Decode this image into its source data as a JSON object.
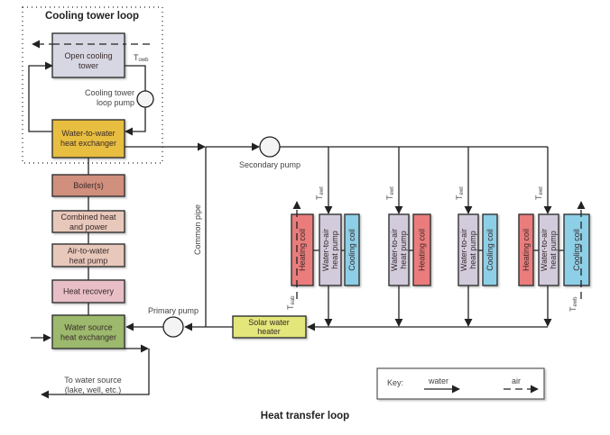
{
  "cooling_tower_loop": {
    "title": "Cooling tower loop",
    "cooling_tower": "Open cooling|tower",
    "towb_label": "T",
    "towb_sub": "owb",
    "pump_label": "Cooling tower|loop pump",
    "hx_label": "Water-to-water|heat exchanger"
  },
  "sources": [
    {
      "label": "Boiler(s)",
      "color": "#d18f7d"
    },
    {
      "label": "Combined heat|and power",
      "color": "#e8c8bb"
    },
    {
      "label": "Air-to-water|heat pump",
      "color": "#e8c8bb"
    },
    {
      "label": "Heat recovery",
      "color": "#e8bfc7"
    },
    {
      "label": "Water source|heat exchanger",
      "color": "#9cb96d"
    }
  ],
  "water_source_label": "To water source|(lake, well, etc.)",
  "secondary_pump_label": "Secondary pump",
  "primary_pump_label": "Primary pump",
  "common_pipe_label": "Common pipe",
  "solar_heater_label": "Solar water|heater",
  "units": [
    {
      "components": [
        "Heating coil",
        "Water-to-air heat pump",
        "Cooling coil"
      ]
    },
    {
      "components": [
        "Water-to-air heat pump",
        "Heating coil"
      ]
    },
    {
      "components": [
        "Water-to-air heat pump",
        "Cooling coil"
      ]
    },
    {
      "components": [
        "Heating coil",
        "Water-to-air heat pump",
        "Cooling coil"
      ]
    }
  ],
  "labels": {
    "heating_coil": "Heating coil",
    "cooling_coil": "Cooling coil",
    "wahp_line1": "Water-to-air",
    "wahp_line2": "heat pump",
    "tewt": "T",
    "tewt_sub": "ewt",
    "teab": "T",
    "teab_sub": "eab",
    "tewb": "T",
    "tewb_sub": "ewb"
  },
  "key": {
    "title": "Key:",
    "water": "water",
    "air": "air"
  },
  "loop_title": "Heat transfer loop",
  "colors": {
    "cooling_tower": "#d6d7e3",
    "hx": "#e8be3f",
    "heating_coil": "#ea7b7b",
    "cooling_coil": "#8ccfe6",
    "wahp": "#d2cbdc",
    "solar": "#e3e67a"
  }
}
